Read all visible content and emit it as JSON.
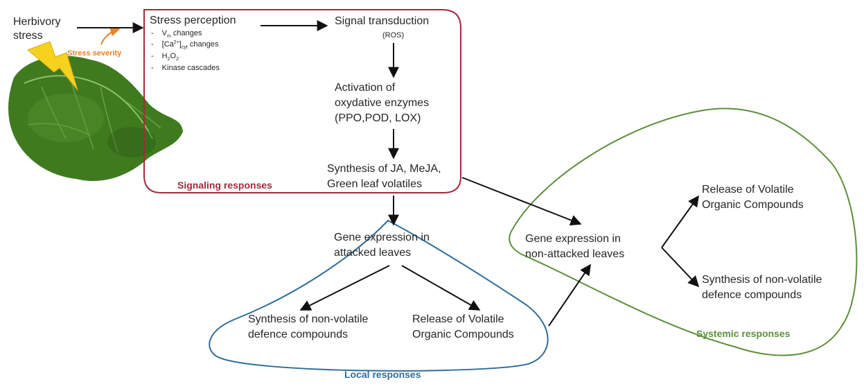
{
  "colors": {
    "signaling": "#a3293c",
    "local": "#2e6d99",
    "systemic": "#5c8f3a",
    "severity": "#e8822a",
    "arrow": "#111111",
    "text": "#262626",
    "leaf": "#3f7a1f",
    "lightning": "#f6d21f"
  },
  "icons": {
    "leaf": "herbivory-leaf-image",
    "bolt": "lightning-bolt-icon"
  },
  "stress": {
    "line1": "Herbivory",
    "line2": "stress",
    "severity": "Stress severity"
  },
  "perception": {
    "title": "Stress perception",
    "items": [
      {
        "bullet": "-",
        "pre": "V",
        "sub": "m",
        "post": " changes"
      },
      {
        "bullet": "-",
        "pre": "[Ca",
        "sup": "2+",
        "mid": "]",
        "sub": "cyt",
        "post": " changes"
      },
      {
        "bullet": "-",
        "pre": "H",
        "sub": "2",
        "mid": "O",
        "sub2": "2",
        "post": ""
      },
      {
        "bullet": "-",
        "pre": "Kinase cascades",
        "post": ""
      }
    ]
  },
  "signal": {
    "title": "Signal transduction",
    "sub": "(ROS)"
  },
  "activation": [
    "Activation of",
    "oxydative enzymes",
    "(PPO,POD, LOX)"
  ],
  "synthesis_ja": [
    "Synthesis of JA, MeJA,",
    "Green leaf volatiles"
  ],
  "labels": {
    "signaling": "Signaling responses",
    "local": "Local responses",
    "systemic": "Systemic responses"
  },
  "local": {
    "gene": [
      "Gene expression in",
      "attacked leaves"
    ],
    "nonvolatile": [
      "Synthesis of non-volatile",
      "defence compounds"
    ],
    "volatile": [
      "Release of Volatile",
      "Organic Compounds"
    ]
  },
  "systemic": {
    "gene": [
      "Gene expression in",
      "non-attacked leaves"
    ],
    "volatile": [
      "Release of Volatile",
      "Organic Compounds"
    ],
    "nonvolatile": [
      "Synthesis of non-volatile",
      "defence compounds"
    ]
  }
}
